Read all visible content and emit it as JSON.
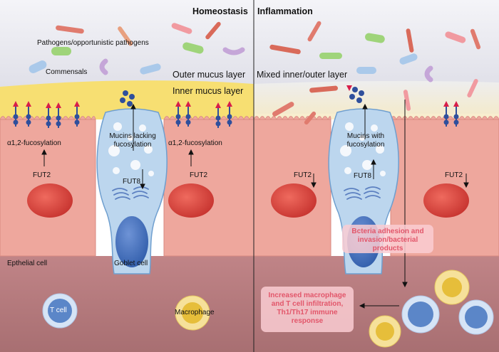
{
  "headers": {
    "left": "Homeostasis",
    "right": "Inflammation"
  },
  "labels": {
    "pathogens": "Pathogens/opportunistic pathogens",
    "commensals": "Commensals",
    "outer_mucus": "Outer mucus layer",
    "inner_mucus": "Inner mucus layer",
    "mixed_mucus": "Mixed inner/outer layer",
    "fucosylation_left": "α1,2-fucosylation",
    "fucosylation_right": "α1,2-fucosylation",
    "mucins_lacking": "Mucins lacking fucosylation",
    "mucins_with": "Mucins with fucosylation",
    "fut2": "FUT2",
    "fut8": "FUT8",
    "epithelial": "Epthelial cell",
    "goblet": "Goblet cell",
    "tcell": "T cell",
    "macrophage": "Macrophage",
    "bacteria_adhesion": "Bcteria adhesion and invasion/bacterial products",
    "increased": "Increased macrophage and T cell infiltration, Th1/Th17 immune response"
  },
  "colors": {
    "mucus_outer": "#e4e4ea",
    "mucus_inner": "#f7df72",
    "epithelium": "#eea79d",
    "lamina": "#b5787b",
    "goblet": "#bcd6ee",
    "nucleus": "#d8423d",
    "glycan_blue": "#2f4f9c",
    "glycan_red": "#d81d49",
    "tcell": "#5b86c8",
    "macrophage": "#e6be3a",
    "callout_text": "#e2566a"
  }
}
